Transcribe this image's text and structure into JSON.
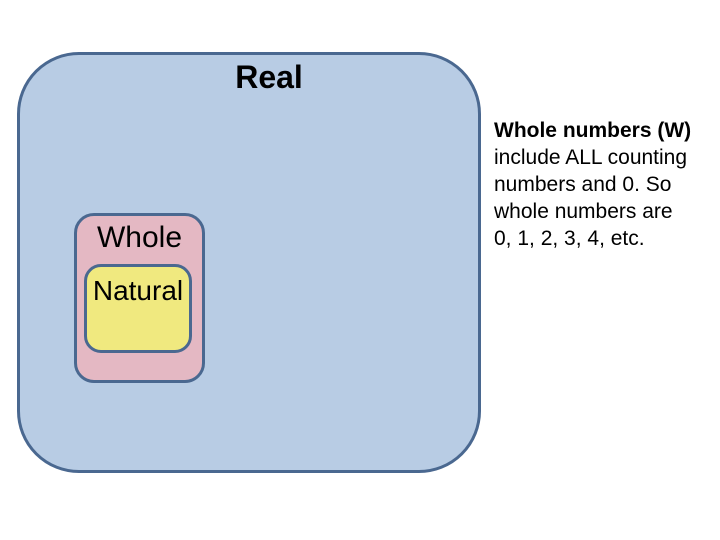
{
  "diagram": {
    "real_label": "Real",
    "whole_label": "Whole",
    "natural_label": "Natural",
    "colors": {
      "real_fill": "#b8cce4",
      "whole_fill": "#e4b8c3",
      "natural_fill": "#f0e97f",
      "outline": "#4a6890",
      "label_text": "#000000",
      "background": "#ffffff"
    }
  },
  "note": {
    "lines": [
      "Whole numbers (W)",
      "include ALL counting",
      "numbers and 0. So",
      "whole numbers are",
      "0, 1, 2, 3, 4, etc."
    ]
  }
}
